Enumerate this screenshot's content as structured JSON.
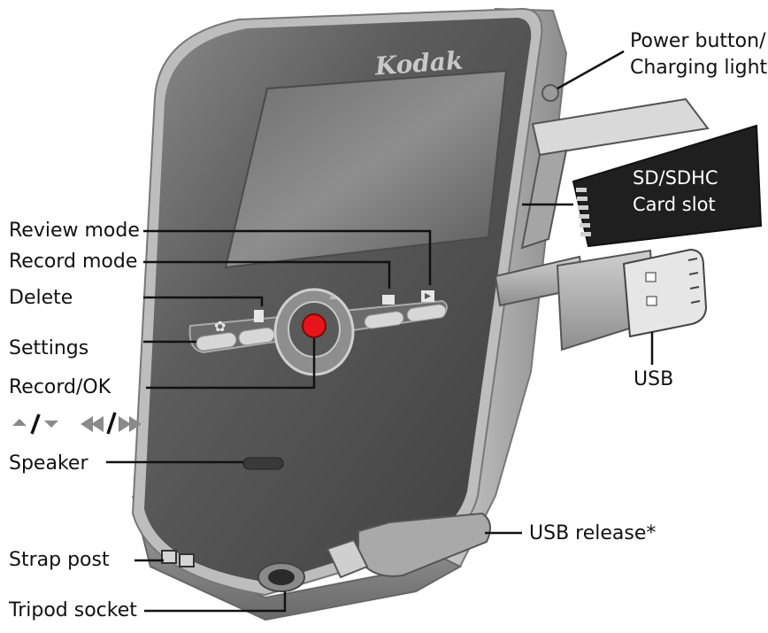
{
  "device": {
    "brand": "Kodak"
  },
  "labels": {
    "review_mode": "Review mode",
    "record_mode": "Record mode",
    "delete": "Delete",
    "settings": "Settings",
    "record_ok": "Record/OK",
    "speaker": "Speaker",
    "strap_post": "Strap post",
    "tripod_socket": "Tripod socket",
    "power_line1": "Power button/",
    "power_line2": "Charging light",
    "card_line1": "SD/SDHC",
    "card_line2": "Card slot",
    "usb": "USB",
    "usb_release": "USB release*"
  },
  "colors": {
    "body": "#5e5e5e",
    "bezel": "#b9b9b9",
    "record_button": "#e8141c",
    "card": "#1f1f1f"
  }
}
